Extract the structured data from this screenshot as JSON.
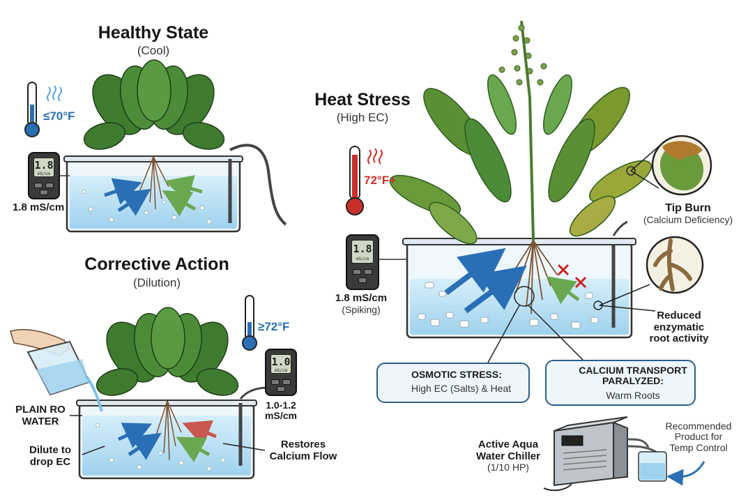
{
  "panels": {
    "healthy": {
      "title": "Healthy State",
      "subtitle": "(Cool)",
      "temp": "≤70°F",
      "meter_display": "1.8",
      "meter_unit": "mS/cm",
      "ec_label": "1.8 mS/cm"
    },
    "corrective": {
      "title": "Corrective Action",
      "subtitle": "(Dilution)",
      "temp": "≥72°F",
      "meter_display": "1.0",
      "meter_unit": "mS/cm",
      "ec_label_1": "1.0-1.2",
      "ec_label_2": "mS/cm",
      "water_label_1": "PLAIN RO",
      "water_label_2": "WATER",
      "dilute_1": "Dilute to",
      "dilute_2": "drop EC",
      "restore_1": "Restores",
      "restore_2": "Calcium Flow"
    },
    "heat": {
      "title": "Heat Stress",
      "subtitle": "(High EC)",
      "temp": "72°F+",
      "meter_display": "1.8",
      "meter_unit": "mS/cm",
      "ec_label": "1.8 mS/cm",
      "ec_note": "(Spiking)",
      "tip_burn": "Tip Burn",
      "tip_burn_note": "(Calcium Deficiency)",
      "root_1": "Reduced",
      "root_2": "enzymatic",
      "root_3": "root activity"
    }
  },
  "callouts": {
    "osmotic": {
      "title": "OSMOTIC STRESS:",
      "text": "High EC (Salts) & Heat",
      "icon": "water-drop-icon"
    },
    "calcium": {
      "title_1": "CALCIUM TRANSPORT",
      "title_2": "PARALYZED:",
      "text": "Warm Roots",
      "icon": "leaf-icon"
    }
  },
  "chiller": {
    "name_1": "Active Aqua",
    "name_2": "Water Chiller",
    "spec": "(1/10 HP)",
    "rec_1": "Recommended",
    "rec_2": "Product for",
    "rec_3": "Temp Control"
  },
  "colors": {
    "cool_blue": "#2a6fb5",
    "hot_red": "#c9302c",
    "nutrient_green": "#6aa84f",
    "water": "#bfe3f5",
    "leaf": "#3e7b2f"
  }
}
